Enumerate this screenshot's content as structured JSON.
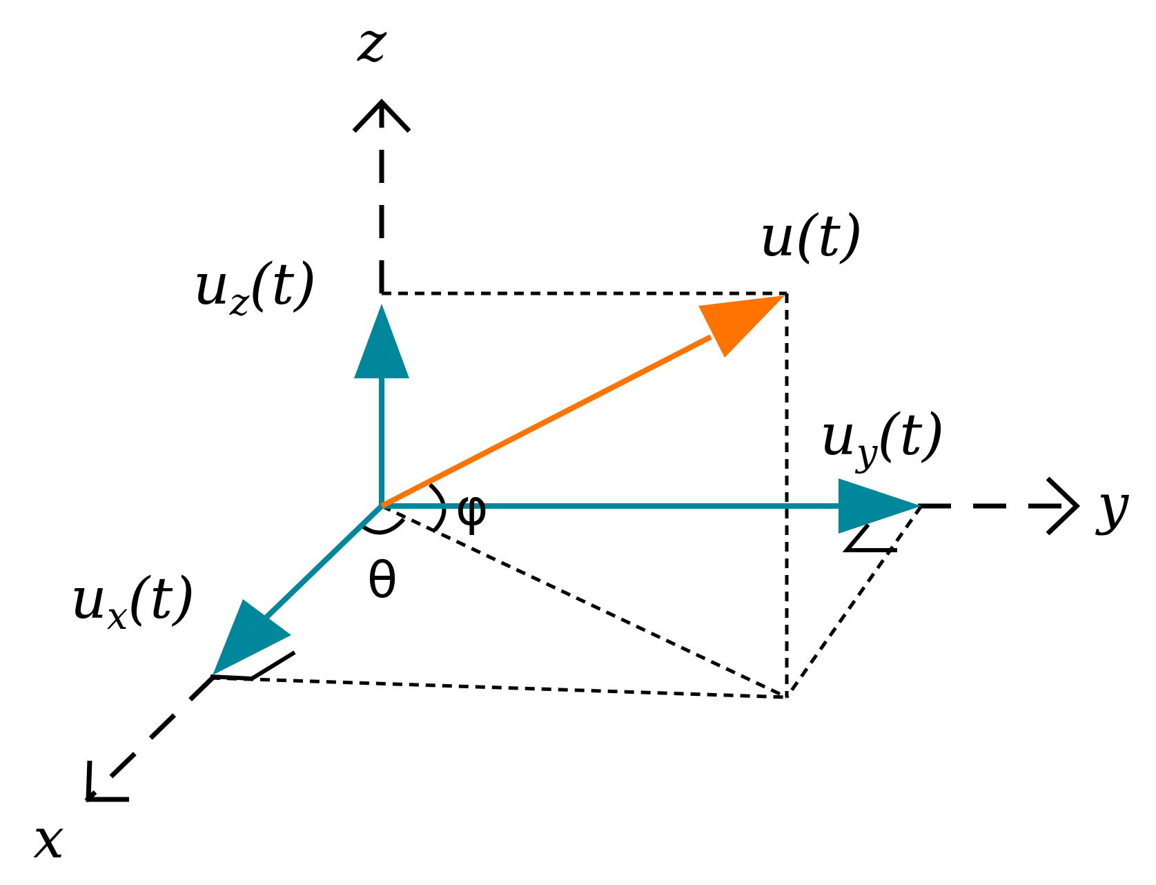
{
  "labels": {
    "z_axis": "z",
    "y_axis": "y",
    "x_axis": "x",
    "u": "u(t)",
    "uz_base": "u",
    "uz_sub": "z",
    "uz_tail": "(t)",
    "uy_base": "u",
    "uy_sub": "y",
    "uy_tail": "(t)",
    "ux_base": "u",
    "ux_sub": "x",
    "ux_tail": "(t)",
    "phi": "φ",
    "theta": "θ"
  },
  "colors": {
    "component_vector": "#00879c",
    "resultant_vector": "#ff7300",
    "axis": "#000000",
    "projection": "#000000"
  }
}
